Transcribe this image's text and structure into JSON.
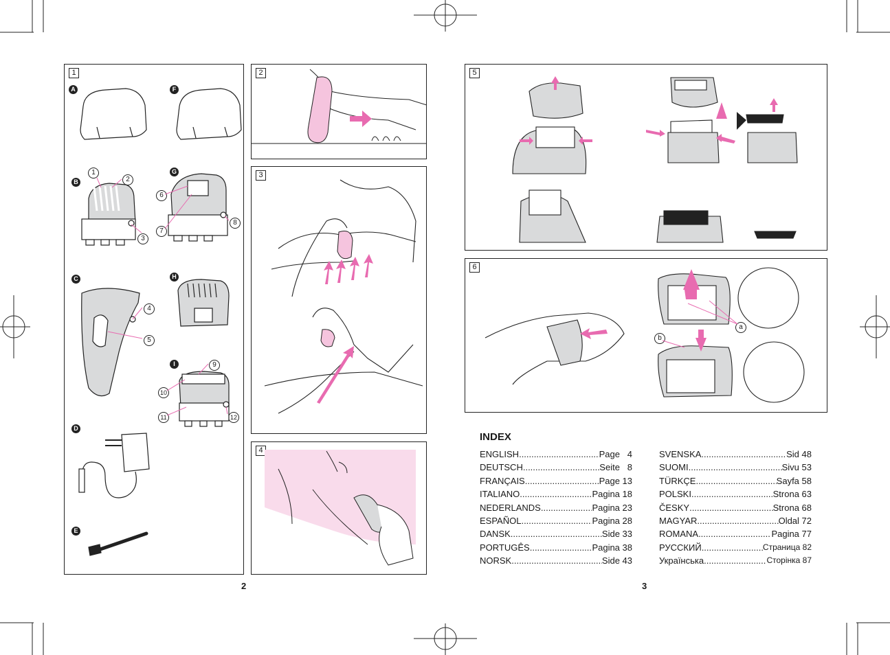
{
  "colors": {
    "accent": "#e86bb0",
    "pink_fill": "#f5c4de",
    "device_gray": "#d9dadb",
    "line": "#222222"
  },
  "panels": {
    "p1": "1",
    "p2": "2",
    "p3": "3",
    "p4": "4",
    "p5": "5",
    "p6": "6"
  },
  "panel1": {
    "letters": {
      "A": "A",
      "B": "B",
      "C": "C",
      "D": "D",
      "E": "E",
      "F": "F",
      "G": "G",
      "H": "H",
      "I": "I"
    },
    "callouts": [
      "1",
      "2",
      "3",
      "4",
      "5",
      "6",
      "7",
      "8",
      "9",
      "10",
      "11",
      "12"
    ]
  },
  "panel6": {
    "callouts": {
      "a": "a",
      "b": "b"
    }
  },
  "page_numbers": {
    "left": "2",
    "right": "3"
  },
  "index": {
    "title": "INDEX",
    "left": [
      {
        "name": "ENGLISH",
        "page": "Page   4"
      },
      {
        "name": "DEUTSCH",
        "page": "Seite   8"
      },
      {
        "name": "FRANÇAIS",
        "page": "Page 13"
      },
      {
        "name": "ITALIANO",
        "page": "Pagina 18"
      },
      {
        "name": "NEDERLANDS",
        "page": "Pagina 23"
      },
      {
        "name": "ESPAÑOL",
        "page": "Pagina 28"
      },
      {
        "name": "DANSK",
        "page": "Side 33"
      },
      {
        "name": "PORTUGÊS",
        "page": "Pagina 38"
      },
      {
        "name": "NORSK",
        "page": "Side 43"
      }
    ],
    "right": [
      {
        "name": "SVENSKA",
        "page": "Sid 48"
      },
      {
        "name": "SUOMI",
        "page": "Sivu 53"
      },
      {
        "name": "TÜRKÇE",
        "page": "Sayfa 58"
      },
      {
        "name": "POLSKI",
        "page": "Strona 63"
      },
      {
        "name": "ČESKY",
        "page": "Strona 68"
      },
      {
        "name": "MAGYAR",
        "page": "Oldal 72"
      },
      {
        "name": "ROMANA",
        "page": "Pagina 77"
      },
      {
        "name": "РУССКИЙ",
        "page": "Страница 82"
      },
      {
        "name": "Українська",
        "page": "Сторінка 87"
      }
    ]
  }
}
